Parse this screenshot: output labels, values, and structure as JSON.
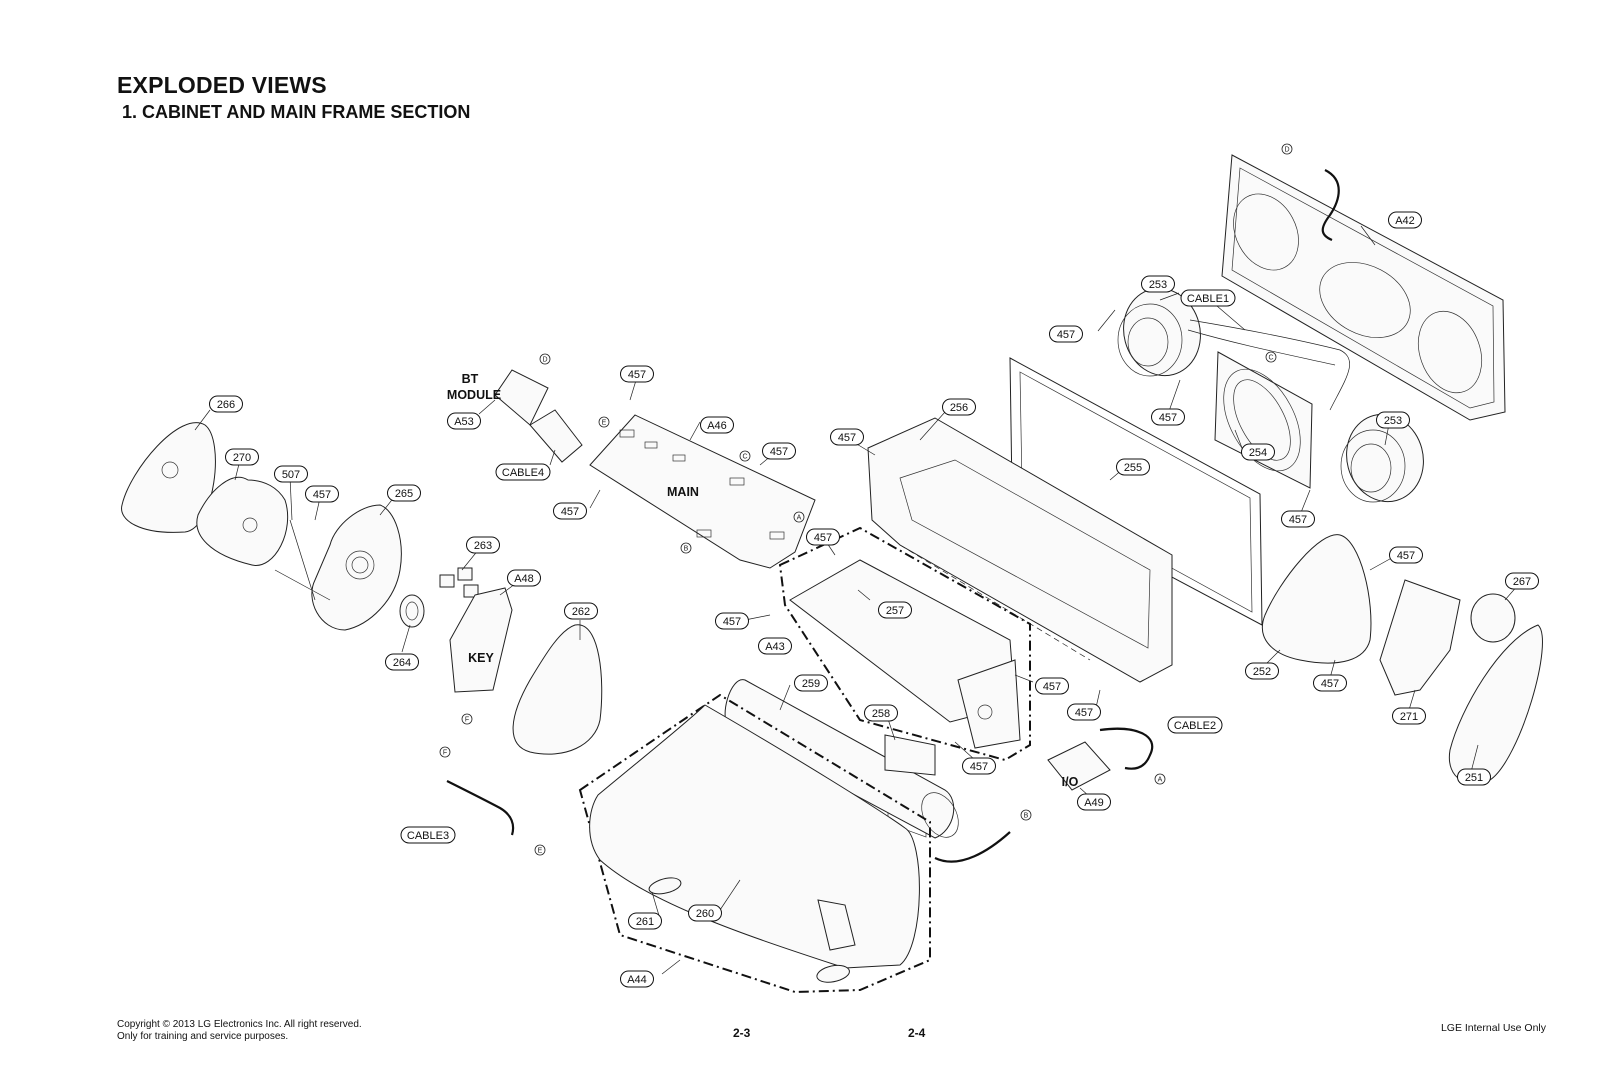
{
  "header": {
    "title": "EXPLODED VIEWS",
    "subtitle": "1. CABINET AND MAIN FRAME SECTION"
  },
  "callouts": [
    {
      "id": "c-a42",
      "label": "A42"
    },
    {
      "id": "c-253a",
      "label": "253"
    },
    {
      "id": "c-cable1",
      "label": "CABLE1"
    },
    {
      "id": "c-457a",
      "label": "457"
    },
    {
      "id": "c-457b",
      "label": "457"
    },
    {
      "id": "c-253b",
      "label": "253"
    },
    {
      "id": "c-254",
      "label": "254"
    },
    {
      "id": "c-457c",
      "label": "457"
    },
    {
      "id": "c-256",
      "label": "256"
    },
    {
      "id": "c-457d",
      "label": "457"
    },
    {
      "id": "c-255",
      "label": "255"
    },
    {
      "id": "c-457e",
      "label": "457"
    },
    {
      "id": "c-a46",
      "label": "A46"
    },
    {
      "id": "c-457f",
      "label": "457"
    },
    {
      "id": "c-457g",
      "label": "457"
    },
    {
      "id": "c-a53",
      "label": "A53"
    },
    {
      "id": "c-cable4",
      "label": "CABLE4"
    },
    {
      "id": "c-266",
      "label": "266"
    },
    {
      "id": "c-270",
      "label": "270"
    },
    {
      "id": "c-507",
      "label": "507"
    },
    {
      "id": "c-457h",
      "label": "457"
    },
    {
      "id": "c-265",
      "label": "265"
    },
    {
      "id": "c-263",
      "label": "263"
    },
    {
      "id": "c-a48",
      "label": "A48"
    },
    {
      "id": "c-264",
      "label": "264"
    },
    {
      "id": "c-262",
      "label": "262"
    },
    {
      "id": "c-457i",
      "label": "457"
    },
    {
      "id": "c-257",
      "label": "257"
    },
    {
      "id": "c-457j",
      "label": "457"
    },
    {
      "id": "c-a43",
      "label": "A43"
    },
    {
      "id": "c-259",
      "label": "259"
    },
    {
      "id": "c-258",
      "label": "258"
    },
    {
      "id": "c-457k",
      "label": "457"
    },
    {
      "id": "c-457l",
      "label": "457"
    },
    {
      "id": "c-457m",
      "label": "457"
    },
    {
      "id": "c-cable2",
      "label": "CABLE2"
    },
    {
      "id": "c-a49",
      "label": "A49"
    },
    {
      "id": "c-457n",
      "label": "457"
    },
    {
      "id": "c-267",
      "label": "267"
    },
    {
      "id": "c-252",
      "label": "252"
    },
    {
      "id": "c-457o",
      "label": "457"
    },
    {
      "id": "c-271",
      "label": "271"
    },
    {
      "id": "c-251",
      "label": "251"
    },
    {
      "id": "c-cable3",
      "label": "CABLE3"
    },
    {
      "id": "c-260",
      "label": "260"
    },
    {
      "id": "c-261",
      "label": "261"
    },
    {
      "id": "c-a44",
      "label": "A44"
    }
  ],
  "board_labels": {
    "bt": "BT",
    "module": "MODULE",
    "main": "MAIN",
    "key": "KEY",
    "io": "I/O"
  },
  "connectors": {
    "a": "A",
    "b": "B",
    "c": "C",
    "d": "D",
    "e": "E",
    "f": "F"
  },
  "footer": {
    "copyright": "Copyright © 2013 LG Electronics Inc. All right reserved.",
    "usage": "Only for training and service purposes.",
    "page_left": "2-3",
    "page_right": "2-4",
    "internal": "LGE Internal Use Only"
  }
}
